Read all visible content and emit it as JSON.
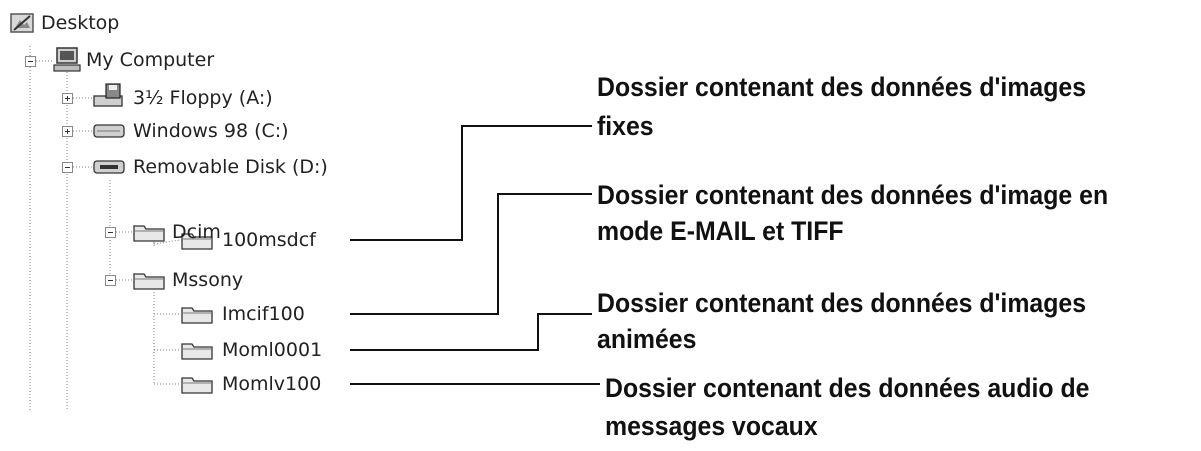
{
  "tree": {
    "desktop": "Desktop",
    "my_computer": "My Computer",
    "floppy": "3½ Floppy (A:)",
    "windows": "Windows 98 (C:)",
    "removable": "Removable Disk (D:)",
    "dcim": "Dcim",
    "msdcf": "100msdcf",
    "mssony": "Mssony",
    "imcif": "Imcif100",
    "moml": "Moml0001",
    "momlv": "Momlv100"
  },
  "callouts": {
    "still_line1": "Dossier contenant des données d'images",
    "still_line2": "fixes",
    "email_line1": "Dossier contenant des données d'image en",
    "email_line2": "mode E-MAIL et TIFF",
    "movie_line1": "Dossier contenant des données d'images",
    "movie_line2": "animées",
    "audio_line1": "Dossier contenant des données audio de",
    "audio_line2": "messages vocaux"
  },
  "icons": {
    "desktop": "desktop-icon",
    "computer": "computer-icon",
    "floppy": "floppy-drive-icon",
    "hard_disk": "hard-disk-icon",
    "removable_disk": "removable-disk-icon",
    "folder": "folder-icon"
  },
  "colors": {
    "tree_line": "#808080",
    "callout_line": "#111111",
    "folder_fill": "#e8e8e8"
  }
}
